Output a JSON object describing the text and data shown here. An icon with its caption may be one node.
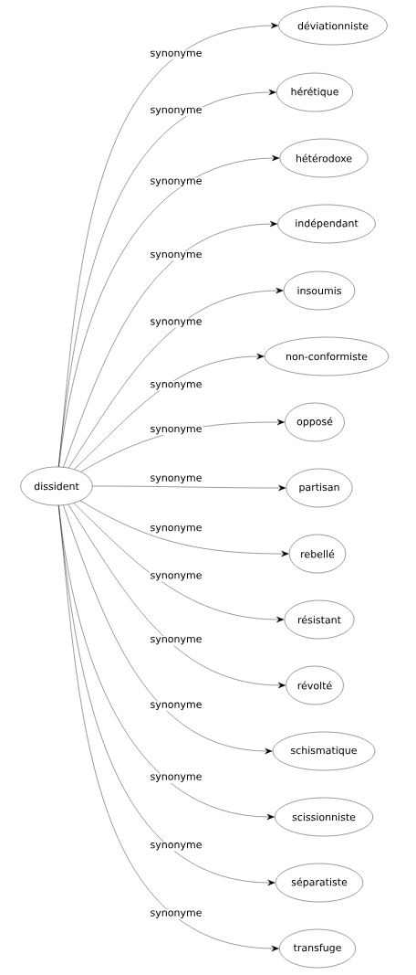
{
  "diagram": {
    "nodes": [
      {
        "text": [
          "dissident"
        ]
      },
      {
        "text": [
          "déviationniste"
        ]
      },
      {
        "text": [
          "hérétique"
        ]
      },
      {
        "text": [
          "hétérodoxe"
        ]
      },
      {
        "text": [
          "indépendant"
        ]
      },
      {
        "text": [
          "insoumis"
        ]
      },
      {
        "text": [
          "non-conformiste"
        ]
      },
      {
        "text": [
          "opposé"
        ]
      },
      {
        "text": [
          "partisan"
        ]
      },
      {
        "text": [
          "rebellé"
        ]
      },
      {
        "text": [
          "résistant"
        ]
      },
      {
        "text": [
          "révolté"
        ]
      },
      {
        "text": [
          "schismatique"
        ]
      },
      {
        "text": [
          "scissionniste"
        ]
      },
      {
        "text": [
          "séparatiste"
        ]
      },
      {
        "text": [
          "transfuge"
        ]
      }
    ],
    "edges": [
      {
        "from": 0,
        "to": 1,
        "arrow": "to",
        "label": "synonyme"
      },
      {
        "from": 0,
        "to": 2,
        "arrow": "to",
        "label": "synonyme"
      },
      {
        "from": 0,
        "to": 3,
        "arrow": "to",
        "label": "synonyme"
      },
      {
        "from": 0,
        "to": 4,
        "arrow": "to",
        "label": "synonyme"
      },
      {
        "from": 0,
        "to": 5,
        "arrow": "to",
        "label": "synonyme"
      },
      {
        "from": 0,
        "to": 6,
        "arrow": "to",
        "label": "synonyme"
      },
      {
        "from": 0,
        "to": 7,
        "arrow": "to",
        "label": "synonyme"
      },
      {
        "from": 0,
        "to": 8,
        "arrow": "to",
        "label": "synonyme"
      },
      {
        "from": 0,
        "to": 9,
        "arrow": "to",
        "label": "synonyme"
      },
      {
        "from": 0,
        "to": 10,
        "arrow": "to",
        "label": "synonyme"
      },
      {
        "from": 0,
        "to": 11,
        "arrow": "to",
        "label": "synonyme"
      },
      {
        "from": 0,
        "to": 12,
        "arrow": "to",
        "label": "synonyme"
      },
      {
        "from": 0,
        "to": 13,
        "arrow": "to",
        "label": "synonyme"
      },
      {
        "from": 0,
        "to": 14,
        "arrow": "to",
        "label": "synonyme"
      },
      {
        "from": 0,
        "to": 15,
        "arrow": "to",
        "label": "synonyme"
      }
    ]
  }
}
